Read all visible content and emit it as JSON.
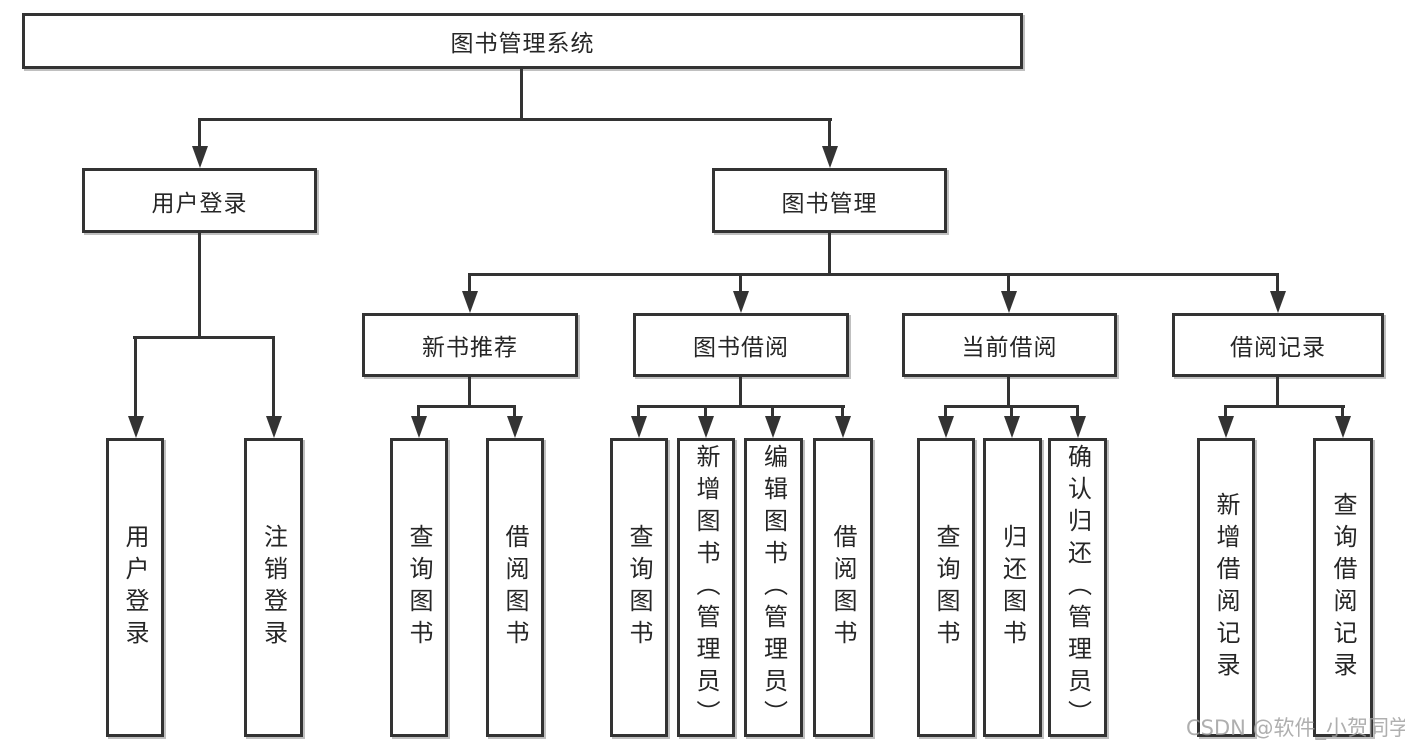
{
  "tree": {
    "label": "图书管理系统",
    "children": [
      {
        "label": "用户登录",
        "children": [
          {
            "label": "用户登录"
          },
          {
            "label": "注销登录"
          }
        ]
      },
      {
        "label": "图书管理",
        "children": [
          {
            "label": "新书推荐",
            "children": [
              {
                "label": "查询图书"
              },
              {
                "label": "借阅图书"
              }
            ]
          },
          {
            "label": "图书借阅",
            "children": [
              {
                "label": "查询图书"
              },
              {
                "label": "新增图书（管理员）"
              },
              {
                "label": "编辑图书（管理员）"
              },
              {
                "label": "借阅图书"
              }
            ]
          },
          {
            "label": "当前借阅",
            "children": [
              {
                "label": "查询图书"
              },
              {
                "label": "归还图书"
              },
              {
                "label": "确认归还（管理员）"
              }
            ]
          },
          {
            "label": "借阅记录",
            "children": [
              {
                "label": "新增借阅记录"
              },
              {
                "label": "查询借阅记录"
              }
            ]
          }
        ]
      }
    ]
  },
  "watermark": "CSDN @软件_小贺同学",
  "colors": {
    "border": "#333333",
    "text": "#262626",
    "background": "#ffffff",
    "watermark": "#9e9e9e"
  }
}
